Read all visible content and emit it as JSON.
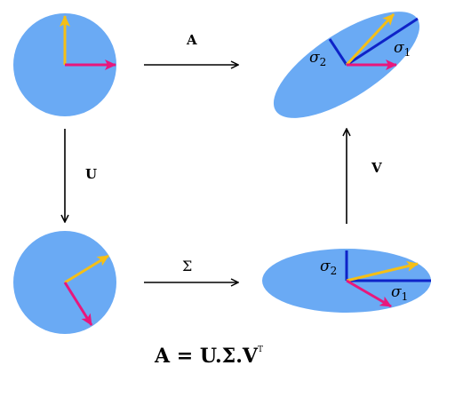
{
  "colors": {
    "shape_fill": "#6aaaf4",
    "vector_yellow": "#f5bf16",
    "vector_magenta": "#e8177c",
    "axis_blue": "#0e23c8",
    "arrow": "#000000"
  },
  "labels": {
    "transform_a": "A",
    "transform_u": "U",
    "transform_sigma": "Σ",
    "transform_v": "V",
    "sigma1_top": "σ",
    "sigma1_top_sub": "1",
    "sigma2_top": "σ",
    "sigma2_top_sub": "2",
    "sigma1_bottom": "σ",
    "sigma1_bottom_sub": "1",
    "sigma2_bottom": "σ",
    "sigma2_bottom_sub": "2"
  },
  "formula": {
    "main": "A = U.Σ.V",
    "superscript": "T"
  }
}
